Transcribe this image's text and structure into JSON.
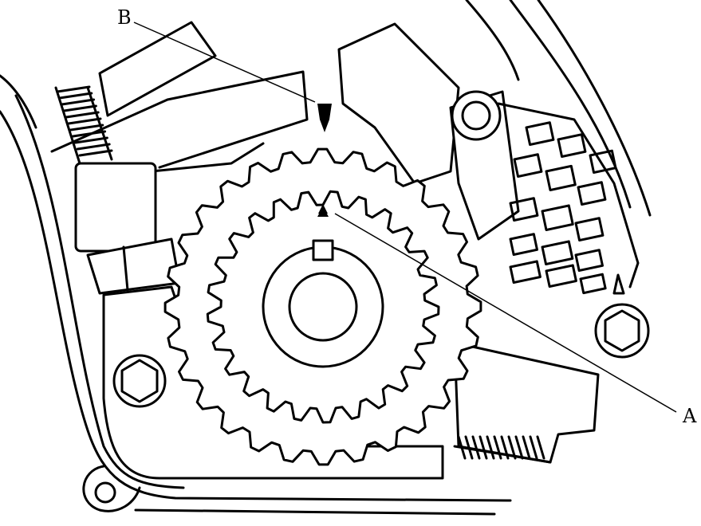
{
  "diagram": {
    "labels": {
      "b": "B",
      "a": "A"
    },
    "colors": {
      "line": "#000000",
      "background": "#ffffff"
    },
    "parts": {
      "inner_sprocket_teeth": 25,
      "outer_pulley_teeth": 28
    }
  }
}
